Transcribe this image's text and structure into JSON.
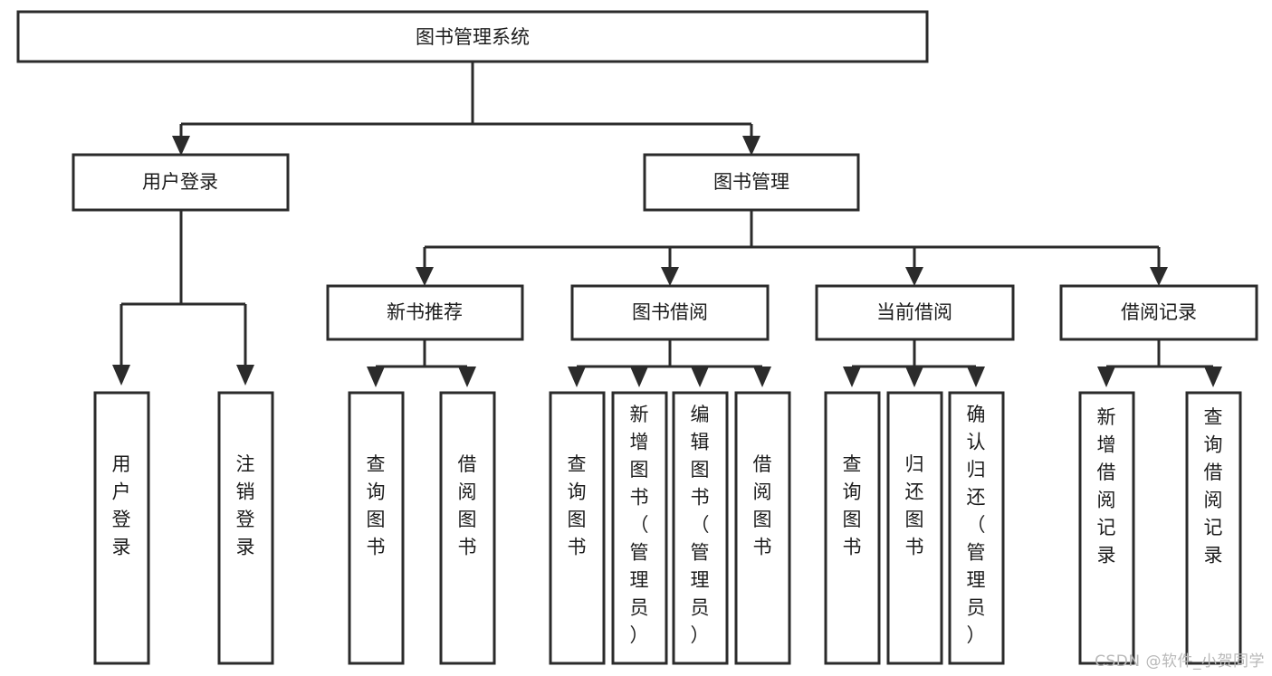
{
  "diagram": {
    "type": "tree",
    "title": "图书管理系统",
    "watermark": "CSDN @软件_小贺同学",
    "root": {
      "id": "root",
      "label": "图书管理系统"
    },
    "level2": [
      {
        "id": "user-login",
        "label": "用户登录"
      },
      {
        "id": "book-manage",
        "label": "图书管理"
      }
    ],
    "level3": [
      {
        "id": "new-book-recommend",
        "label": "新书推荐",
        "parent": "book-manage"
      },
      {
        "id": "book-borrow",
        "label": "图书借阅",
        "parent": "book-manage"
      },
      {
        "id": "current-borrow",
        "label": "当前借阅",
        "parent": "book-manage"
      },
      {
        "id": "borrow-record",
        "label": "借阅记录",
        "parent": "book-manage"
      }
    ],
    "leaves": [
      {
        "id": "leaf-user-login",
        "label": "用户登录",
        "parent": "user-login"
      },
      {
        "id": "leaf-logout",
        "label": "注销登录",
        "parent": "user-login"
      },
      {
        "id": "leaf-query-book-1",
        "label": "查询图书",
        "parent": "new-book-recommend"
      },
      {
        "id": "leaf-borrow-book-1",
        "label": "借阅图书",
        "parent": "new-book-recommend"
      },
      {
        "id": "leaf-query-book-2",
        "label": "查询图书",
        "parent": "book-borrow"
      },
      {
        "id": "leaf-add-book",
        "label": "新增图书（管理员）",
        "parent": "book-borrow"
      },
      {
        "id": "leaf-edit-book",
        "label": "编辑图书（管理员）",
        "parent": "book-borrow"
      },
      {
        "id": "leaf-borrow-book-2",
        "label": "借阅图书",
        "parent": "book-borrow"
      },
      {
        "id": "leaf-query-book-3",
        "label": "查询图书",
        "parent": "current-borrow"
      },
      {
        "id": "leaf-return-book",
        "label": "归还图书",
        "parent": "current-borrow"
      },
      {
        "id": "leaf-confirm-return",
        "label": "确认归还（管理员）",
        "parent": "current-borrow"
      },
      {
        "id": "leaf-add-record",
        "label": "新增借阅记录",
        "parent": "borrow-record"
      },
      {
        "id": "leaf-query-record",
        "label": "查询借阅记录",
        "parent": "borrow-record"
      }
    ],
    "colors": {
      "box_stroke": "#2b2b2b",
      "box_fill": "#ffffff",
      "text": "#1c1c1c",
      "background": "#ffffff",
      "watermark": "#b9b9b9"
    }
  }
}
